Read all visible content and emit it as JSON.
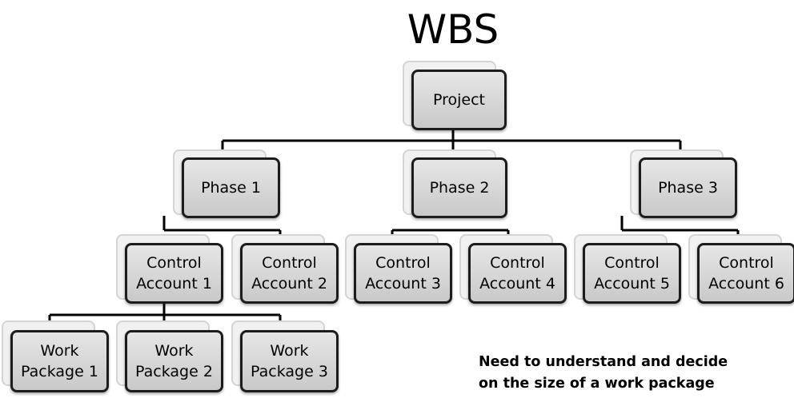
{
  "title": "WBS",
  "nodes": {
    "project": "Project",
    "phase_1": "Phase 1",
    "phase_2": "Phase 2",
    "phase_3": "Phase 3",
    "control_account_1": "Control\nAccount 1",
    "control_account_2": "Control\nAccount 2",
    "control_account_3": "Control\nAccount 3",
    "control_account_4": "Control\nAccount 4",
    "control_account_5": "Control\nAccount 5",
    "control_account_6": "Control\nAccount 6",
    "work_package_1": "Work\nPackage 1",
    "work_package_2": "Work\nPackage 2",
    "work_package_3": "Work\nPackage 3"
  },
  "note": "Need to understand and decide\non the size of a work package"
}
